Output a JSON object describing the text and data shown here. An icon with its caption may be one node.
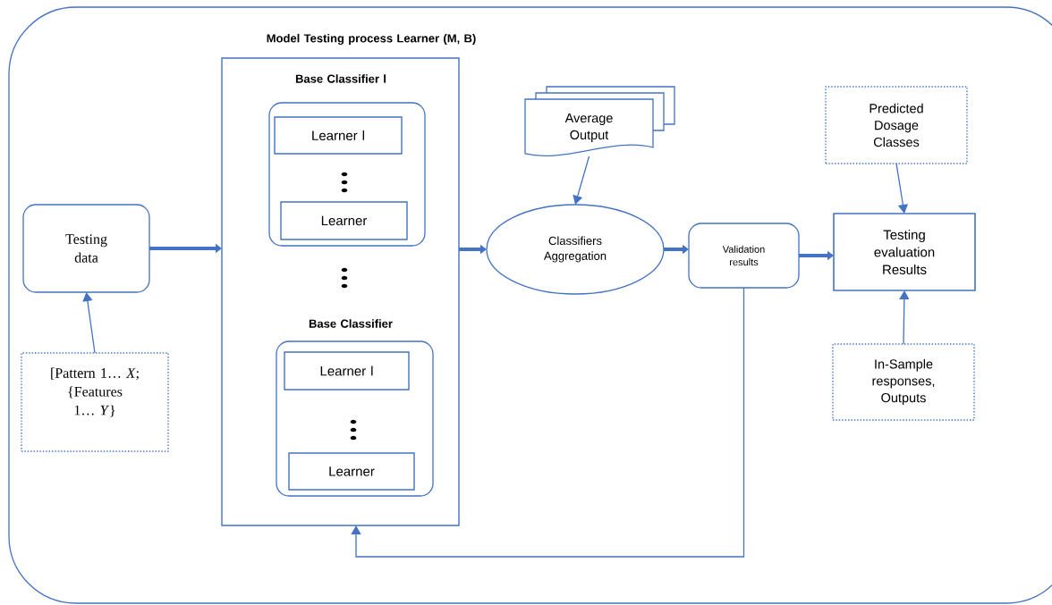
{
  "diagram": {
    "nodes": [
      {
        "text": [
          "Model Testing process Learner (M, B)"
        ]
      },
      {
        "text": [
          "Base Classifier l"
        ],
        "in": 0
      },
      {
        "text": [
          "Learner l"
        ],
        "in": 1
      },
      {
        "text": [
          "Learner"
        ],
        "in": 1
      },
      {
        "text": [
          "Base Classifier"
        ],
        "in": 0
      },
      {
        "text": [
          "Learner l"
        ],
        "in": 4
      },
      {
        "text": [
          "Learner"
        ],
        "in": 4
      },
      {
        "text": [
          "Testing data"
        ]
      },
      {
        "text": [
          "[Pattern 1… *X*; {Features 1… *Y*}"
        ]
      },
      {
        "text": [
          "Average Output"
        ]
      },
      {
        "text": [
          "Classifiers Aggregation"
        ]
      },
      {
        "text": [
          "Validation results"
        ]
      },
      {
        "text": [
          "Predicted Dosage Classes"
        ]
      },
      {
        "text": [
          "Testing evaluation Results"
        ]
      },
      {
        "text": [
          "In-Sample responses, Outputs"
        ]
      }
    ],
    "edges": [
      {
        "from": 8,
        "to": 7,
        "arrow": "to"
      },
      {
        "from": 7,
        "to": 0,
        "arrow": "to",
        "style": "thick"
      },
      {
        "from": 0,
        "to": 10,
        "arrow": "to",
        "style": "thick"
      },
      {
        "from": 9,
        "to": 10,
        "arrow": "to"
      },
      {
        "from": 10,
        "to": 11,
        "arrow": "to",
        "style": "thick"
      },
      {
        "from": 11,
        "to": 13,
        "arrow": "to",
        "style": "thick"
      },
      {
        "from": 12,
        "to": 13,
        "arrow": "to"
      },
      {
        "from": 14,
        "to": 13,
        "arrow": "to"
      },
      {
        "from": 11,
        "to": 0,
        "arrow": "to"
      }
    ]
  }
}
